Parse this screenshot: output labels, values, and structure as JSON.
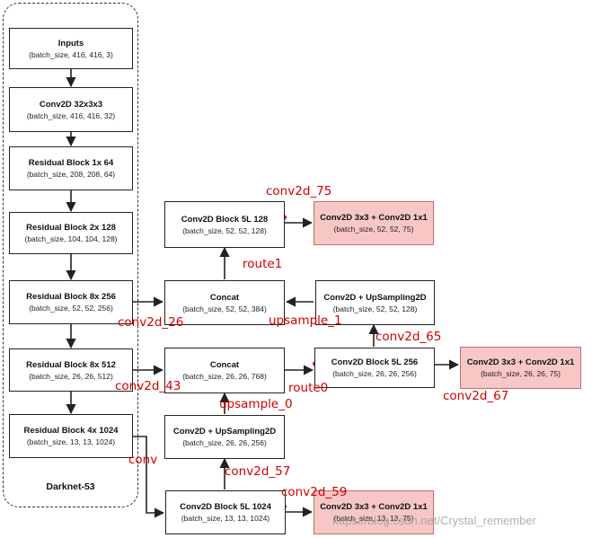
{
  "boxes": {
    "inputs": {
      "title": "Inputs",
      "shape": "(batch_size, 416, 416, 3)"
    },
    "conv2d": {
      "title": "Conv2D 32x3x3",
      "shape": "(batch_size, 416, 416, 32)"
    },
    "res1": {
      "title": "Residual Block 1x  64",
      "shape": "(batch_size, 208, 208, 64)"
    },
    "res2": {
      "title": "Residual Block 2x  128",
      "shape": "(batch_size, 104, 104, 128)"
    },
    "res8a": {
      "title": "Residual Block 8x  256",
      "shape": "(batch_size, 52, 52, 256)"
    },
    "res8b": {
      "title": "Residual Block 8x  512",
      "shape": "(batch_size, 26, 26, 512)"
    },
    "res4": {
      "title": "Residual Block 4x  1024",
      "shape": "(batch_size, 13, 13, 1024)"
    },
    "cb52": {
      "title": "Conv2D Block 5L  128",
      "shape": "(batch_size, 52, 52, 128)"
    },
    "out52": {
      "title": "Conv2D 3x3 + Conv2D 1x1",
      "shape": "(batch_size, 52, 52, 75)"
    },
    "concat52": {
      "title": "Concat",
      "shape": "(batch_size, 52, 52, 384)"
    },
    "up52": {
      "title": "Conv2D + UpSampling2D",
      "shape": "(batch_size, 52, 52, 128)"
    },
    "concat26": {
      "title": "Concat",
      "shape": "(batch_size, 26, 26, 768)"
    },
    "cb26": {
      "title": "Conv2D Block 5L  256",
      "shape": "(batch_size, 26, 26, 256)"
    },
    "out26": {
      "title": "Conv2D 3x3 + Conv2D 1x1",
      "shape": "(batch_size, 26, 26, 75)"
    },
    "up26": {
      "title": "Conv2D + UpSampling2D",
      "shape": "(batch_size, 26, 26, 256)"
    },
    "cb13": {
      "title": "Conv2D Block 5L  1024",
      "shape": "(batch_size, 13, 13, 1024)"
    },
    "out13": {
      "title": "Conv2D 3x3 + Conv2D 1x1",
      "shape": "(batch_size, 13, 13, 75)"
    }
  },
  "darknet_caption": "Darknet-53",
  "annotations": {
    "conv2d_75": "conv2d_75",
    "route1": "route1",
    "conv2d_26": "conv2d_26",
    "upsample_1": "upsample_1",
    "conv2d_65": "conv2d_65",
    "conv2d_43": "conv2d_43",
    "route0": "route0",
    "conv2d_67": "conv2d_67",
    "upsample_0": "upsample_0",
    "conv": "conv",
    "conv2d_57": "conv2d_57",
    "conv2d_59": "conv2d_59"
  },
  "watermark": "https://blog.csdn.net/Crystal_remember",
  "colors": {
    "highlight": "#d10000",
    "output_fill": "#f6c7c5",
    "output_border": "#c26e6e"
  }
}
